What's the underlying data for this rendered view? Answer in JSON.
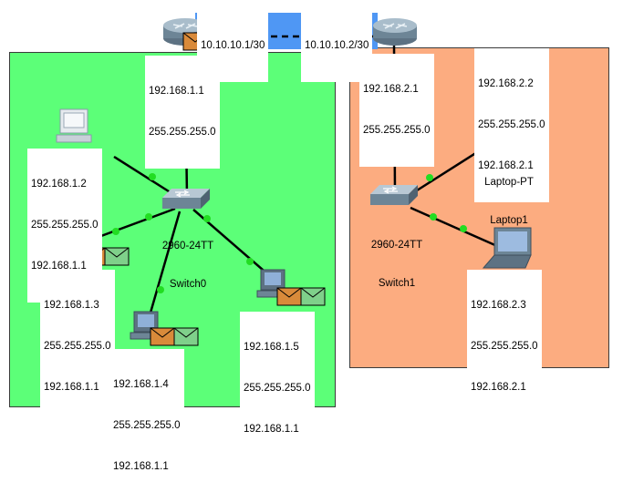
{
  "wan": {
    "left_ip": "10.10.10.1/30",
    "right_ip": "10.10.10.2/30"
  },
  "lan_left": {
    "router_port": {
      "ip": "192.168.1.1",
      "mask": "255.255.255.0"
    },
    "switch": {
      "model": "2960-24TT",
      "name": "Switch0"
    },
    "pcs": [
      {
        "ip": "192.168.1.2",
        "mask": "255.255.255.0",
        "gateway": "192.168.1.1"
      },
      {
        "ip": "192.168.1.3",
        "mask": "255.255.255.0",
        "gateway": "192.168.1.1"
      },
      {
        "ip": "192.168.1.4",
        "mask": "255.255.255.0",
        "gateway": "192.168.1.1"
      },
      {
        "ip": "192.168.1.5",
        "mask": "255.255.255.0",
        "gateway": "192.168.1.1"
      }
    ]
  },
  "lan_right": {
    "router_port": {
      "ip": "192.168.2.1",
      "mask": "255.255.255.0"
    },
    "switch": {
      "model": "2960-24TT",
      "name": "Switch1"
    },
    "laptops": [
      {
        "ip": "192.168.2.2",
        "mask": "255.255.255.0",
        "gateway": "192.168.2.1",
        "model": "Laptop-PT",
        "name": "Laptop1"
      },
      {
        "ip": "192.168.2.3",
        "mask": "255.255.255.0",
        "gateway": "192.168.2.1"
      }
    ]
  },
  "colors": {
    "left_zone": "#5cff78",
    "right_zone": "#fcac80",
    "wan_link": "#4f97f4",
    "link_dot": "#22dd22",
    "envelope_orange": "#d98a3a",
    "envelope_green": "#7fd08a"
  }
}
